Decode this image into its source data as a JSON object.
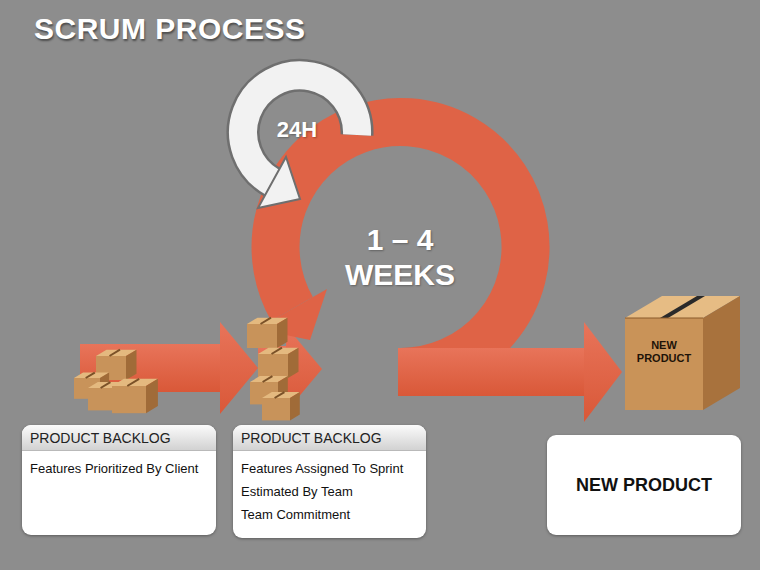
{
  "diagram": {
    "title": "SCRUM PROCESS",
    "nodes": [
      {
        "text": [
          "PRODUCT BACKLOG",
          "Features Prioritized By Client"
        ]
      },
      {
        "text": [
          "PRODUCT BACKLOG",
          "Features Assigned To Sprint",
          "Estimated By Team",
          "Team Commitment"
        ]
      },
      {
        "text": [
          "NEW PRODUCT"
        ]
      },
      {
        "text": [
          "NEW PRODUCT"
        ]
      }
    ],
    "labels": [
      "24H",
      "1 – 4 WEEKS"
    ]
  }
}
